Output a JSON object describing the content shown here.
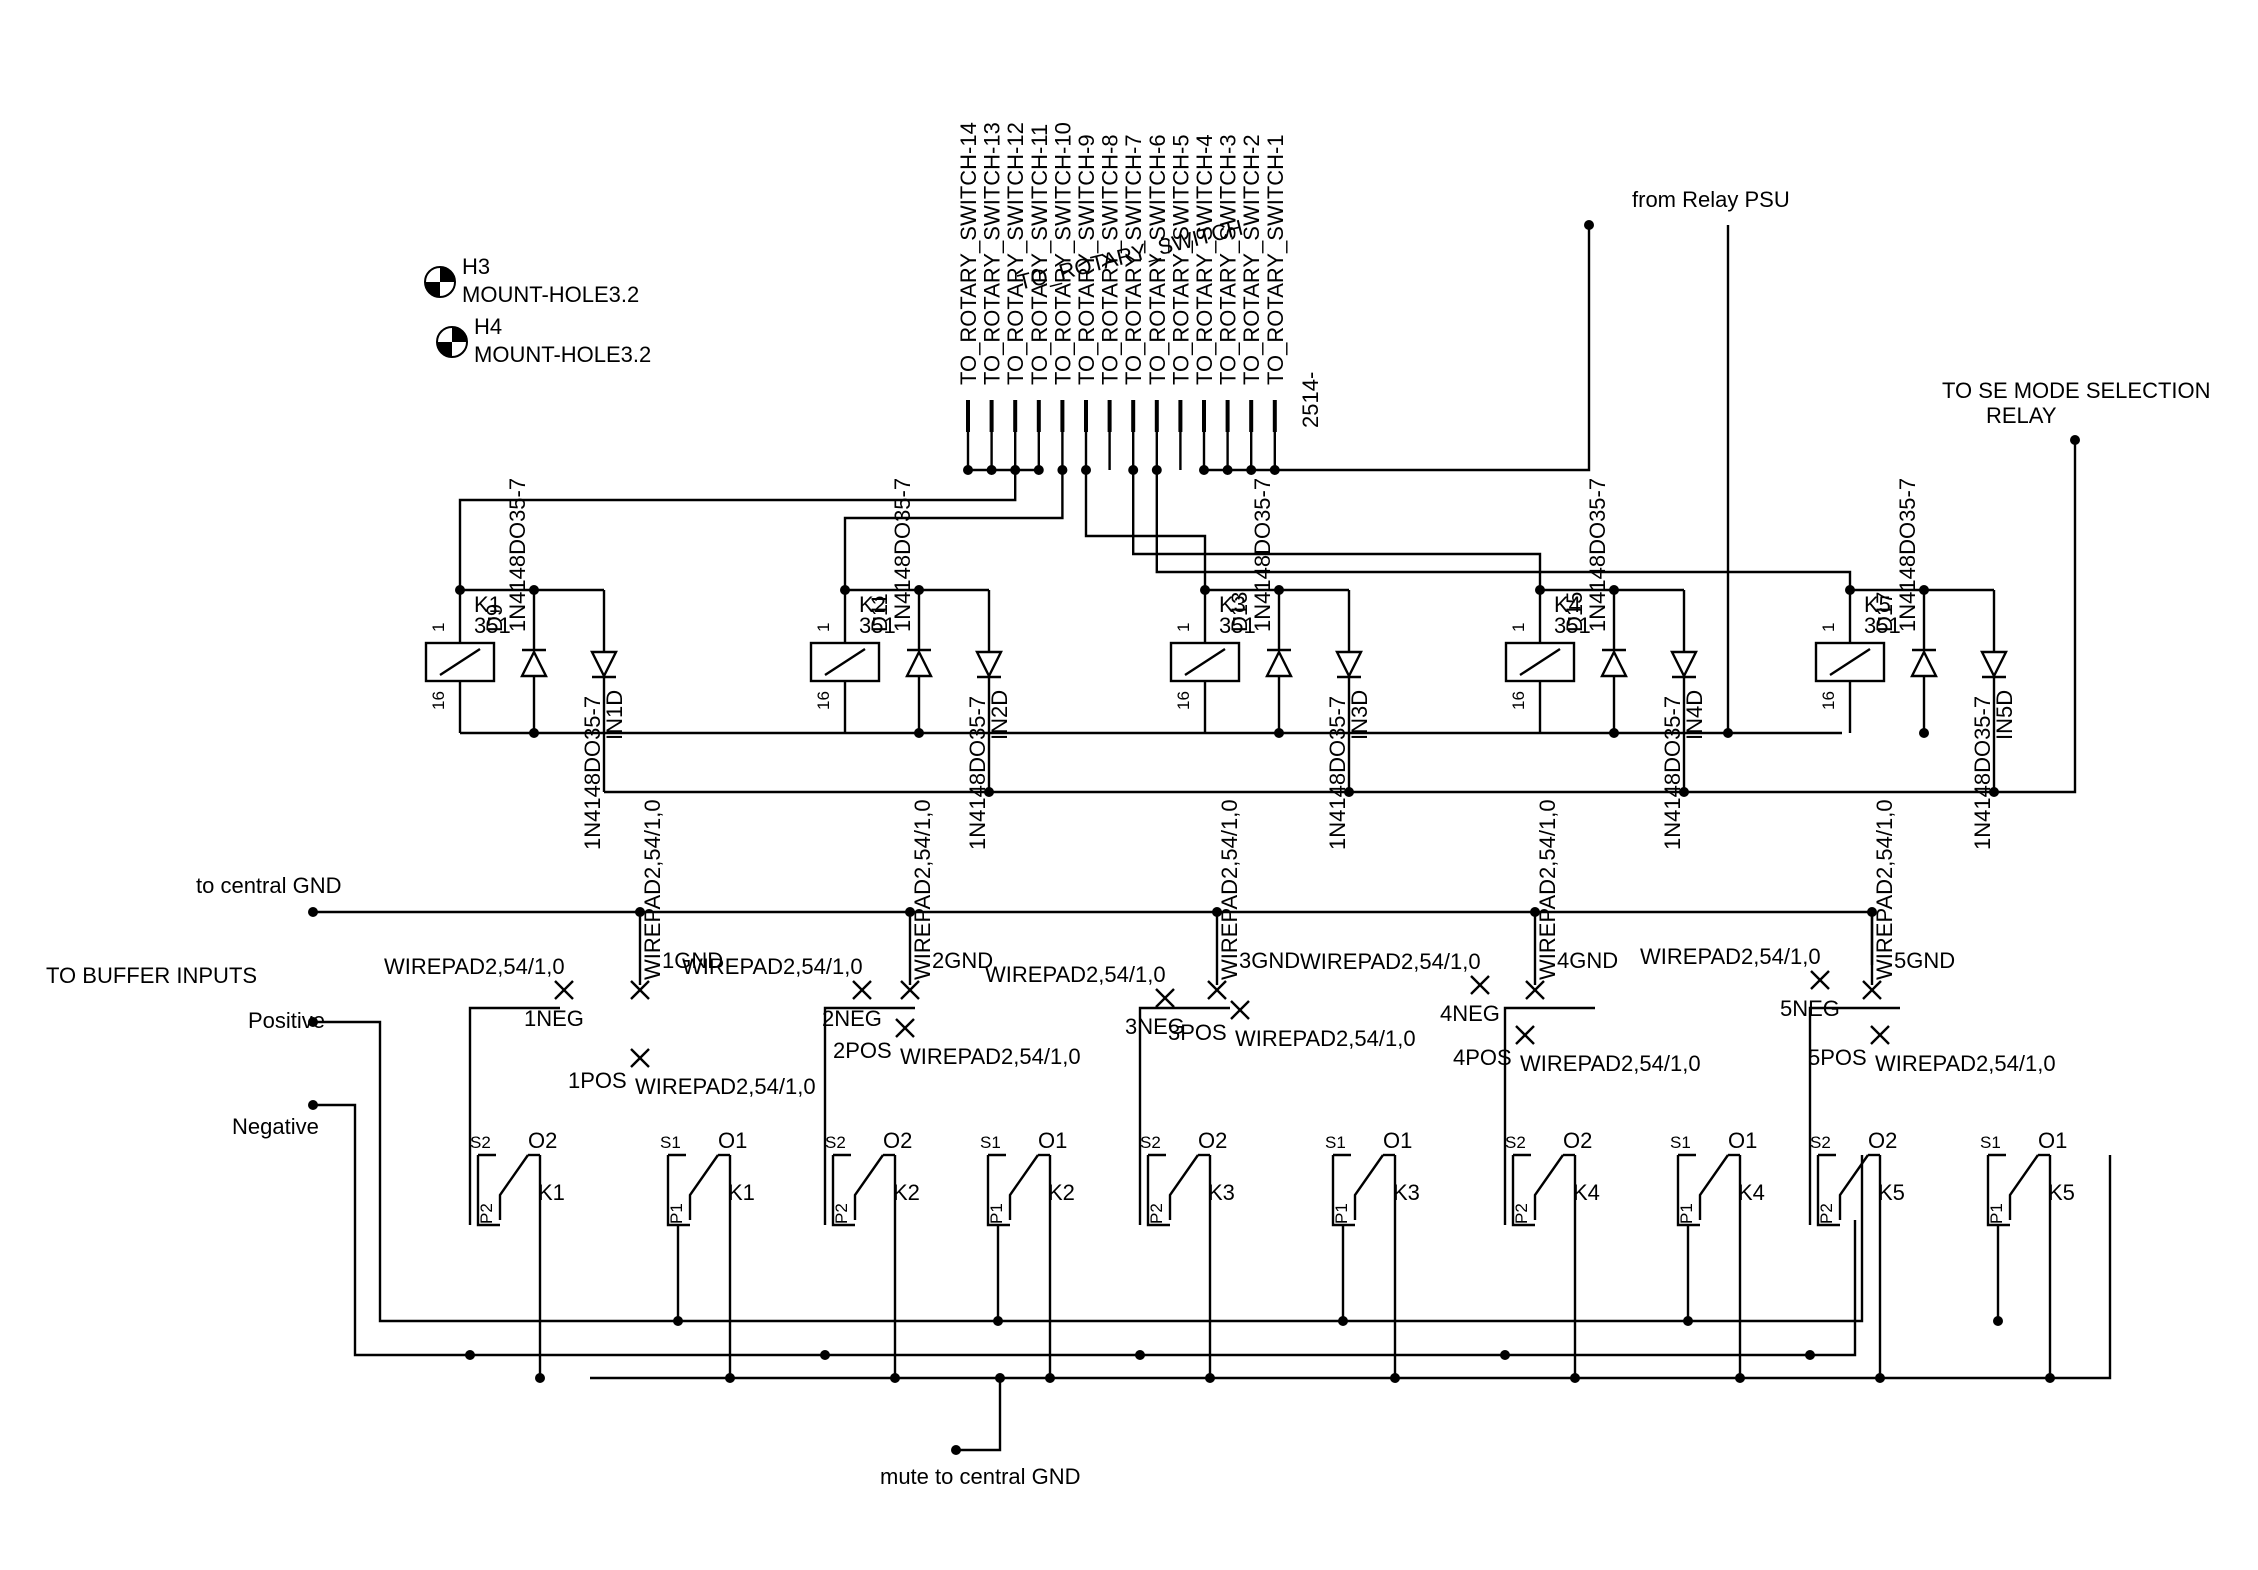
{
  "connector": {
    "pins": [
      "TO_ROTARY_SWITCH-14",
      "TO_ROTARY_SWITCH-13",
      "TO_ROTARY_SWITCH-12",
      "TO_ROTARY_SWITCH-11",
      "TO_ROTARY_SWITCH-10",
      "TO_ROTARY_SWITCH-9",
      "TO_ROTARY_SWITCH-8",
      "TO_ROTARY_SWITCH-7",
      "TO_ROTARY_SWITCH-6",
      "TO_ROTARY_SWITCH-5",
      "TO_ROTARY_SWITCH-4",
      "TO_ROTARY_SWITCH-3",
      "TO_ROTARY_SWITCH-2",
      "TO_ROTARY_SWITCH-1"
    ],
    "name": "TO_ROTARY_SWITCH",
    "part": "2514-"
  },
  "mount_holes": [
    {
      "ref": "H3",
      "value": "MOUNT-HOLE3.2"
    },
    {
      "ref": "H4",
      "value": "MOUNT-HOLE3.2"
    }
  ],
  "labels": {
    "relay_psu": "from Relay PSU",
    "se_mode_1": "TO SE MODE SELECTION",
    "se_mode_2": "RELAY",
    "central_gnd": "to central GND",
    "buffer_inputs": "TO BUFFER INPUTS",
    "positive": "Positive",
    "negative": "Negative",
    "mute": "mute to central GND"
  },
  "relays": [
    {
      "ref": "K1",
      "value": "351",
      "pin1": "1",
      "pin16": "16",
      "coil_diode": "D9",
      "coil_diode_part": "1N4148DO35-7",
      "led_diode": "IN1D",
      "led_diode_part": "1N4148DO35-7"
    },
    {
      "ref": "K2",
      "value": "351",
      "pin1": "1",
      "pin16": "16",
      "coil_diode": "D11",
      "coil_diode_part": "1N4148DO35-7",
      "led_diode": "IN2D",
      "led_diode_part": "1N4148DO35-7"
    },
    {
      "ref": "K3",
      "value": "351",
      "pin1": "1",
      "pin16": "16",
      "coil_diode": "D13",
      "coil_diode_part": "1N4148DO35-7",
      "led_diode": "IN3D",
      "led_diode_part": "1N4148DO35-7"
    },
    {
      "ref": "K4",
      "value": "351",
      "pin1": "1",
      "pin16": "16",
      "coil_diode": "D15",
      "coil_diode_part": "1N4148DO35-7",
      "led_diode": "IN4D",
      "led_diode_part": "1N4148DO35-7"
    },
    {
      "ref": "K5",
      "value": "351",
      "pin1": "1",
      "pin16": "16",
      "coil_diode": "D17",
      "coil_diode_part": "1N4148DO35-7",
      "led_diode": "IN5D",
      "led_diode_part": "1N4148DO35-7"
    }
  ],
  "pads": [
    {
      "name": "1GND",
      "value": "WIREPAD2,54/1,0"
    },
    {
      "name": "2GND",
      "value": "WIREPAD2,54/1,0"
    },
    {
      "name": "3GND",
      "value": "WIREPAD2,54/1,0"
    },
    {
      "name": "4GND",
      "value": "WIREPAD2,54/1,0"
    },
    {
      "name": "5GND",
      "value": "WIREPAD2,54/1,0"
    },
    {
      "name": "1NEG",
      "value": "WIREPAD2,54/1,0"
    },
    {
      "name": "2NEG",
      "value": "WIREPAD2,54/1,0"
    },
    {
      "name": "3NEG",
      "value": "WIREPAD2,54/1,0"
    },
    {
      "name": "4NEG",
      "value": "WIREPAD2,54/1,0"
    },
    {
      "name": "5NEG",
      "value": "WIREPAD2,54/1,0"
    },
    {
      "name": "1POS",
      "value": "WIREPAD2,54/1,0"
    },
    {
      "name": "2POS",
      "value": "WIREPAD2,54/1,0"
    },
    {
      "name": "3POS",
      "value": "WIREPAD2,54/1,0"
    },
    {
      "name": "4POS",
      "value": "WIREPAD2,54/1,0"
    },
    {
      "name": "5POS",
      "value": "WIREPAD2,54/1,0"
    }
  ],
  "contacts": {
    "pole2": "P2",
    "switch2": "S2",
    "open2": "O2",
    "pole1": "P1",
    "switch1": "S1",
    "open1": "O1"
  }
}
